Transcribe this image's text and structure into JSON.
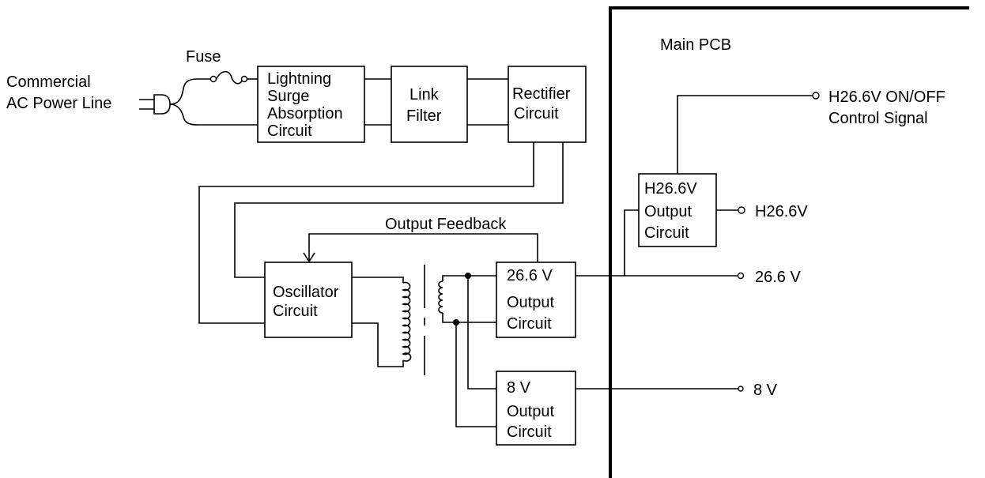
{
  "main_pcb": {
    "label": "Main PCB"
  },
  "ac_input": {
    "line1": "Commercial",
    "line2": "AC Power Line"
  },
  "fuse": {
    "label": "Fuse"
  },
  "blocks": {
    "lightning": [
      "Lightning",
      "Surge",
      "Absorption",
      "Circuit"
    ],
    "link_filter": [
      "Link",
      "Filter"
    ],
    "rectifier": [
      "Rectifier",
      "Circuit"
    ],
    "oscillator": [
      "Oscillator",
      "Circuit"
    ],
    "out_26": [
      "26.6 V",
      "Output",
      "Circuit"
    ],
    "out_8": [
      "8 V",
      "Output",
      "Circuit"
    ],
    "h26": [
      "H26.6V",
      "Output",
      "Circuit"
    ]
  },
  "feedback": {
    "label": "Output Feedback"
  },
  "outputs": {
    "h_control_line1": "H26.6V ON/OFF",
    "h_control_line2": "Control Signal",
    "h26": "H26.6V",
    "v26": "26.6 V",
    "v8": "8 V"
  }
}
